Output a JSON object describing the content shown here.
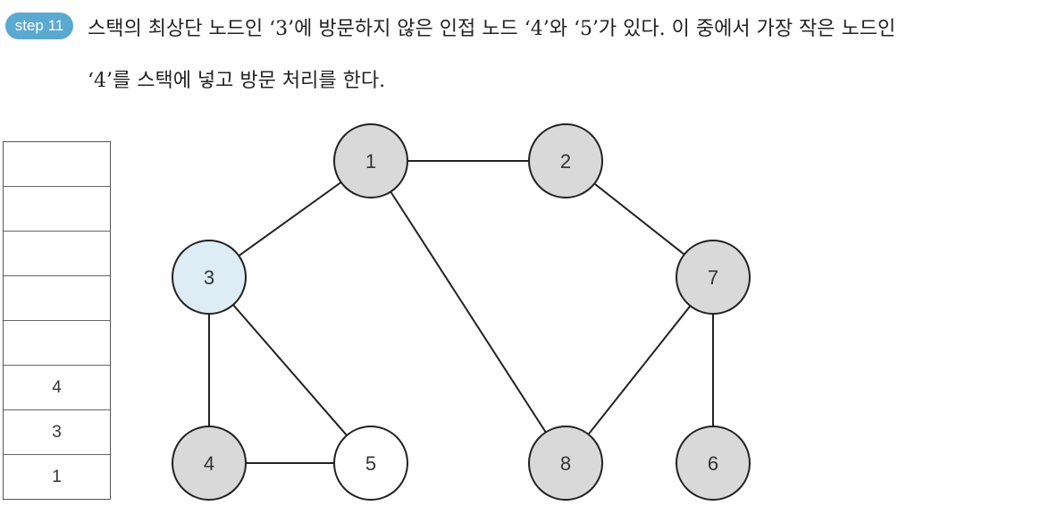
{
  "header": {
    "step_label": "step 11",
    "description_line1": "스택의 최상단 노드인 ‘3’에 방문하지 않은 인접 노드 ‘4’와 ‘5’가 있다. 이 중에서 가장 작은 노드인",
    "description_line2": "‘4’를 스택에 넣고 방문 처리를 한다."
  },
  "stack": {
    "cells": [
      "",
      "",
      "",
      "",
      "",
      "4",
      "3",
      "1"
    ]
  },
  "graph": {
    "colors": {
      "visited": "#d9d9d9",
      "current": "#deedf5",
      "unvisited": "#ffffff",
      "stroke": "#222222"
    },
    "nodes": [
      {
        "id": "1",
        "label": "1",
        "state": "visited"
      },
      {
        "id": "2",
        "label": "2",
        "state": "visited"
      },
      {
        "id": "3",
        "label": "3",
        "state": "current"
      },
      {
        "id": "7",
        "label": "7",
        "state": "visited"
      },
      {
        "id": "4",
        "label": "4",
        "state": "visited"
      },
      {
        "id": "5",
        "label": "5",
        "state": "unvisited"
      },
      {
        "id": "8",
        "label": "8",
        "state": "visited"
      },
      {
        "id": "6",
        "label": "6",
        "state": "visited"
      }
    ],
    "edges": [
      [
        "1",
        "2"
      ],
      [
        "1",
        "3"
      ],
      [
        "1",
        "8"
      ],
      [
        "2",
        "7"
      ],
      [
        "3",
        "4"
      ],
      [
        "3",
        "5"
      ],
      [
        "4",
        "5"
      ],
      [
        "7",
        "8"
      ],
      [
        "7",
        "6"
      ]
    ]
  }
}
